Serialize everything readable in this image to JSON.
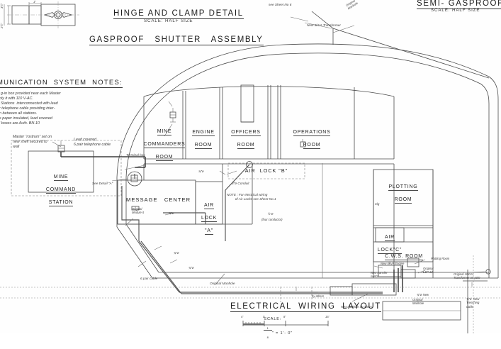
{
  "sheet": {
    "background": "#fefefe",
    "ink": "#2b2b2b",
    "type": "engineering-drawing",
    "discipline": "electrical"
  },
  "details": {
    "hinge": {
      "title": "HINGE AND CLAMP DETAIL",
      "scale": "SCALE: HALF SIZE",
      "dim_left_upper": "3½\"",
      "dim_left_lower": "2½\"",
      "dim_top": "1\""
    },
    "shutter": {
      "title": "GASPROOF   SHUTTER   ASSEMBLY"
    },
    "door": {
      "title": "SEMI- GASPROOF  DOOR",
      "scale": "SCALE: HALF SIZE"
    }
  },
  "notes_panel": {
    "heading": "MUNICATION  SYSTEM  NOTES:",
    "lines": [
      "g-in box provided near each Master",
      "oly it with 110 V-AC.",
      "Stations  interconnected with lead",
      "r telephone cable providing inter-",
      "n between all stations.",
      "s paper insulated, lead covered",
      "i boxes are Auth. BN-10"
    ]
  },
  "callouts": {
    "master_rostrum": "Master “rostrum” set on\nnew shelf secured to\nwall",
    "lead_cable": "Lead covered\n6 pair telephone cable",
    "see_detail_a": "See Detail “A”",
    "terminal_box": "Terminal box",
    "see_sheet_6": "see Sheet No 6",
    "new_3kva": "New 3kVA Transformer",
    "original_manhole_top": "Original\nManhole",
    "conduit_3in": "3\"ø Conduit",
    "note_airlocks": "NOTE : For electrical wiring\n         of Air Locks see Sheet No.1",
    "four_conductor": "(four conductor)",
    "half_in_a": "½\"ø",
    "half_in_b": "¾\"ø",
    "three_qtr_10": "¾\"ø",
    "six_pair_cable": "6 pair cable",
    "original_manhole_mid": "Original Manhole",
    "original_moduleit": "Original\nModule it",
    "new_5kva_engine": "New 5kVA Engine",
    "new_transfer_switch": "New transfer\nswitch",
    "plotting_room_feed": "Plotting Room",
    "original_lsp12": "Original\nLSP 12",
    "original_10kva": "Original 10KVA\nTransformer on pole",
    "original_manhole_btm": "Original\nManhole",
    "new_trenching_cable": "¾\"ø  New\nTrenching\ncable",
    "new_manhole_by_others": "New manhole by others",
    "by_others": "by others",
    "three_qtr_new": "¾\"ø New",
    "clg": "Clg"
  },
  "rooms": [
    {
      "id": "mine-commanders-room",
      "lines": [
        "MINE",
        "COMMANDERS",
        "ROOM"
      ]
    },
    {
      "id": "engine-room",
      "lines": [
        "ENGINE",
        "ROOM"
      ]
    },
    {
      "id": "officers-room",
      "lines": [
        "OFFICERS",
        "ROOM"
      ]
    },
    {
      "id": "operations-room",
      "lines": [
        "OPERATIONS",
        "ROOM"
      ]
    },
    {
      "id": "plotting-room",
      "lines": [
        "PLOTTING",
        "ROOM"
      ]
    },
    {
      "id": "cws-room",
      "lines": [
        "C.W.S.  ROOM"
      ]
    },
    {
      "id": "message-center",
      "lines": [
        "MESSAGE   CENTER"
      ]
    },
    {
      "id": "mine-command-station",
      "lines": [
        "MINE",
        "COMMAND",
        "STATION"
      ]
    },
    {
      "id": "air-lock-a",
      "lines": [
        "AIR",
        "LOCK",
        "\"A\""
      ]
    },
    {
      "id": "air-lock-b",
      "lines": [
        "AIR  LOCK \"B\""
      ]
    },
    {
      "id": "air-lock-c",
      "lines": [
        "AIR",
        "LOCK\"C\""
      ]
    }
  ],
  "room_text": {
    "mine_commanders_1": "MINE",
    "mine_commanders_2": "COMMANDERS",
    "mine_commanders_3": "ROOM",
    "engine_1": "ENGINE",
    "engine_2": "ROOM",
    "officers_1": "OFFICERS",
    "officers_2": "ROOM",
    "operations_1": "OPERATIONS",
    "operations_2": "ROOM",
    "plotting_1": "PLOTTING",
    "plotting_2": "ROOM",
    "cws_1": "C.W.S.  ROOM",
    "message_center": "MESSAGE   CENTER",
    "mine_cmd_1": "MINE",
    "mine_cmd_2": "COMMAND",
    "mine_cmd_3": "STATION",
    "airlock_a_1": "AIR",
    "airlock_a_2": "LOCK",
    "airlock_a_3": "\"A\"",
    "airlock_b": "AIR  LOCK \"B\"",
    "airlock_c_1": "AIR",
    "airlock_c_2": "LOCK\"C\""
  },
  "main_title": {
    "title": "ELECTRICAL  WIRING  LAYOUT",
    "scale_prefix": "SCALE:",
    "scale_num": "1",
    "scale_den": "8",
    "scale_suffix": "\" = 1'- 0\"",
    "bar_ticks": [
      "4'",
      "0",
      "8'",
      "16'"
    ]
  }
}
